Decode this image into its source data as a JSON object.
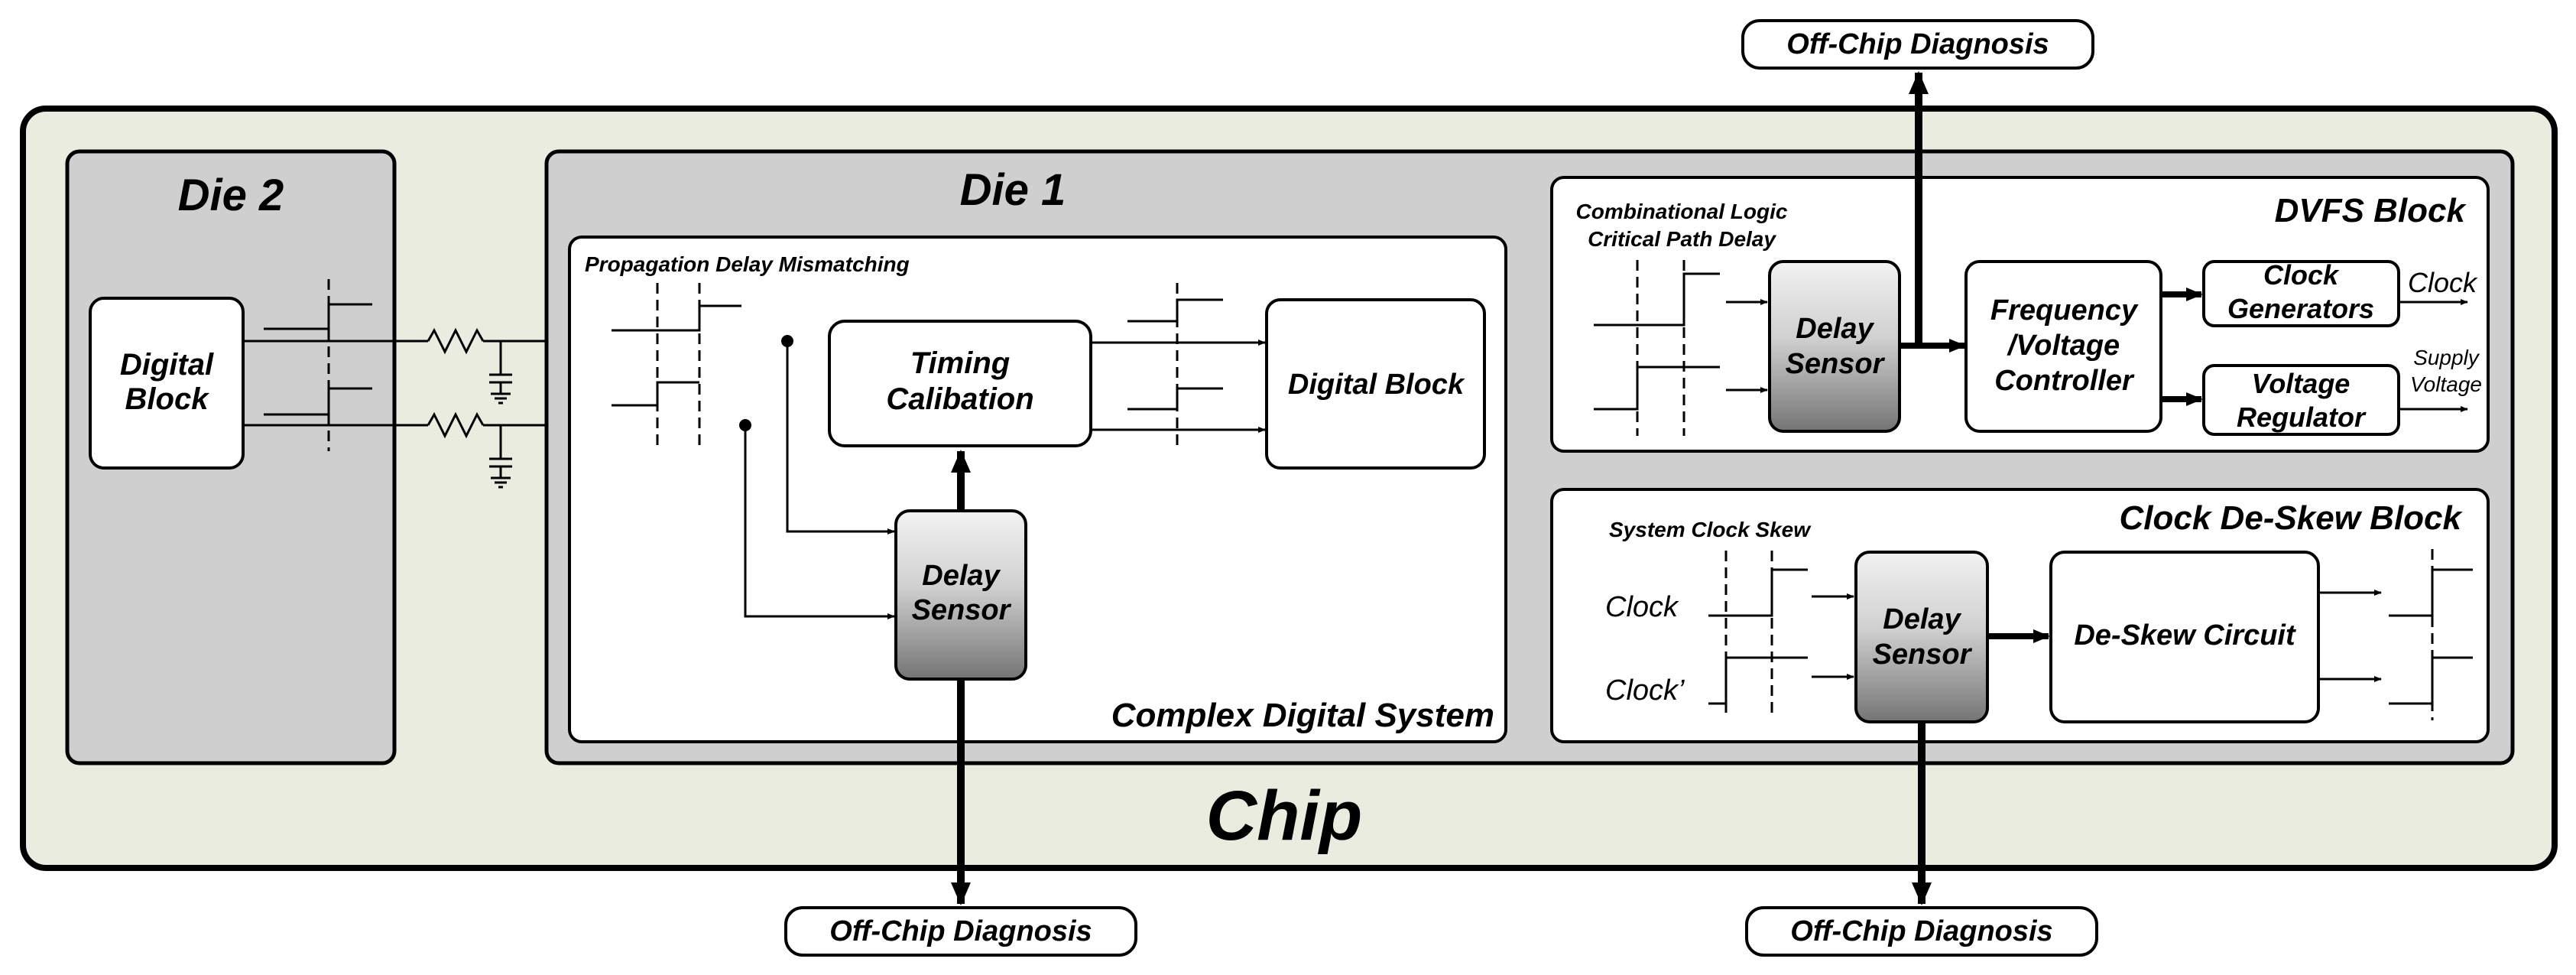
{
  "chip": {
    "label": "Chip"
  },
  "die2": {
    "title": "Die 2",
    "block_label_line1": "Digital",
    "block_label_line2": "Block"
  },
  "die1": {
    "title": "Die 1"
  },
  "complex_system": {
    "label": "Complex Digital System",
    "caption": "Propagation Delay Mismatching",
    "timing_line1": "Timing",
    "timing_line2": "Calibation",
    "digital_block": "Digital Block",
    "sensor_line1": "Delay",
    "sensor_line2": "Sensor"
  },
  "dvfs": {
    "title": "DVFS Block",
    "caption_line1": "Combinational Logic",
    "caption_line2": "Critical Path Delay",
    "sensor_line1": "Delay",
    "sensor_line2": "Sensor",
    "controller_line1": "Frequency",
    "controller_line2": "/Voltage",
    "controller_line3": "Controller",
    "clockgen_line1": "Clock",
    "clockgen_line2": "Generators",
    "regulator_line1": "Voltage",
    "regulator_line2": "Regulator",
    "clock_out": "Clock",
    "supply_line1": "Supply",
    "supply_line2": "Voltage"
  },
  "deskew": {
    "title": "Clock De-Skew Block",
    "caption": "System Clock Skew",
    "clock_in": "Clock",
    "clock_prime_in": "Clock’",
    "sensor_line1": "Delay",
    "sensor_line2": "Sensor",
    "circuit": "De-Skew Circuit"
  },
  "offchip": {
    "top": "Off-Chip Diagnosis",
    "bottom_left": "Off-Chip Diagnosis",
    "bottom_right": "Off-Chip Diagnosis"
  },
  "colors": {
    "chip_fill": "#ebece0",
    "die_fill": "#cfcfcf",
    "box_fill": "#ffffff",
    "sensor_top": "#f2f2f2",
    "sensor_bottom": "#7a7a7a",
    "stroke": "#000000"
  }
}
